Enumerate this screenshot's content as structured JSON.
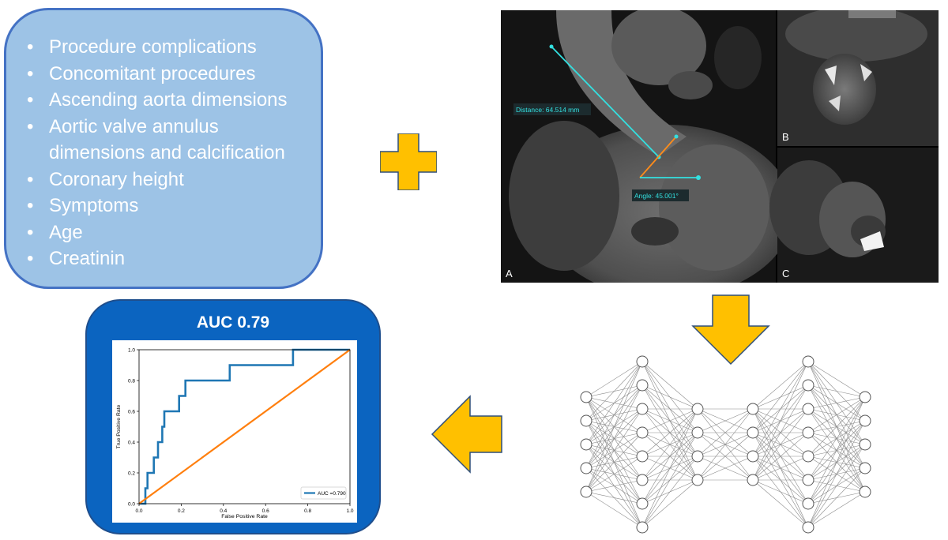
{
  "features": {
    "items": [
      [
        "Procedure complications"
      ],
      [
        "Concomitant procedures"
      ],
      [
        "Ascending aorta dimensions"
      ],
      [
        "Aortic valve annulus",
        "dimensions and calcification"
      ],
      [
        "Coronary height"
      ],
      [
        "Symptoms"
      ],
      [
        "Age"
      ],
      [
        "Creatinin"
      ]
    ]
  },
  "ct": {
    "distance_label": "Distance: 64.514 mm",
    "angle_label": "Angle: 45.001°",
    "panel_a": "A",
    "panel_b": "B",
    "panel_c": "C"
  },
  "auc_box": {
    "title": "AUC 0.79"
  },
  "chart_data": {
    "type": "line",
    "title": "",
    "xlabel": "False Positive Rate",
    "ylabel": "True Positive Rate",
    "xlim": [
      0,
      1
    ],
    "ylim": [
      0,
      1
    ],
    "xticks": [
      "0.0",
      "0.2",
      "0.4",
      "0.6",
      "0.8",
      "1.0"
    ],
    "yticks": [
      "0.0",
      "0.2",
      "0.4",
      "0.6",
      "0.8",
      "1.0"
    ],
    "legend_position": "lower-right",
    "series": [
      {
        "name": "AUC =0.790",
        "color": "#1f77b4",
        "x": [
          0,
          0.02,
          0.03,
          0.03,
          0.04,
          0.04,
          0.07,
          0.07,
          0.09,
          0.09,
          0.11,
          0.11,
          0.12,
          0.12,
          0.14,
          0.14,
          0.19,
          0.19,
          0.22,
          0.22,
          0.24,
          0.24,
          0.43,
          0.43,
          0.73,
          0.73,
          1.0
        ],
        "y": [
          0,
          0,
          0,
          0.1,
          0.1,
          0.2,
          0.2,
          0.3,
          0.3,
          0.4,
          0.4,
          0.5,
          0.5,
          0.6,
          0.6,
          0.6,
          0.6,
          0.7,
          0.7,
          0.8,
          0.8,
          0.8,
          0.8,
          0.9,
          0.9,
          1.0,
          1.0
        ]
      },
      {
        "name": "",
        "color": "#ff7f0e",
        "x": [
          0,
          1
        ],
        "y": [
          0,
          1
        ]
      }
    ]
  },
  "colors": {
    "arrow_fill": "#ffc000",
    "arrow_stroke": "#2f4f7a",
    "box_light": "#9dc3e6",
    "box_dark": "#0b64c0"
  }
}
